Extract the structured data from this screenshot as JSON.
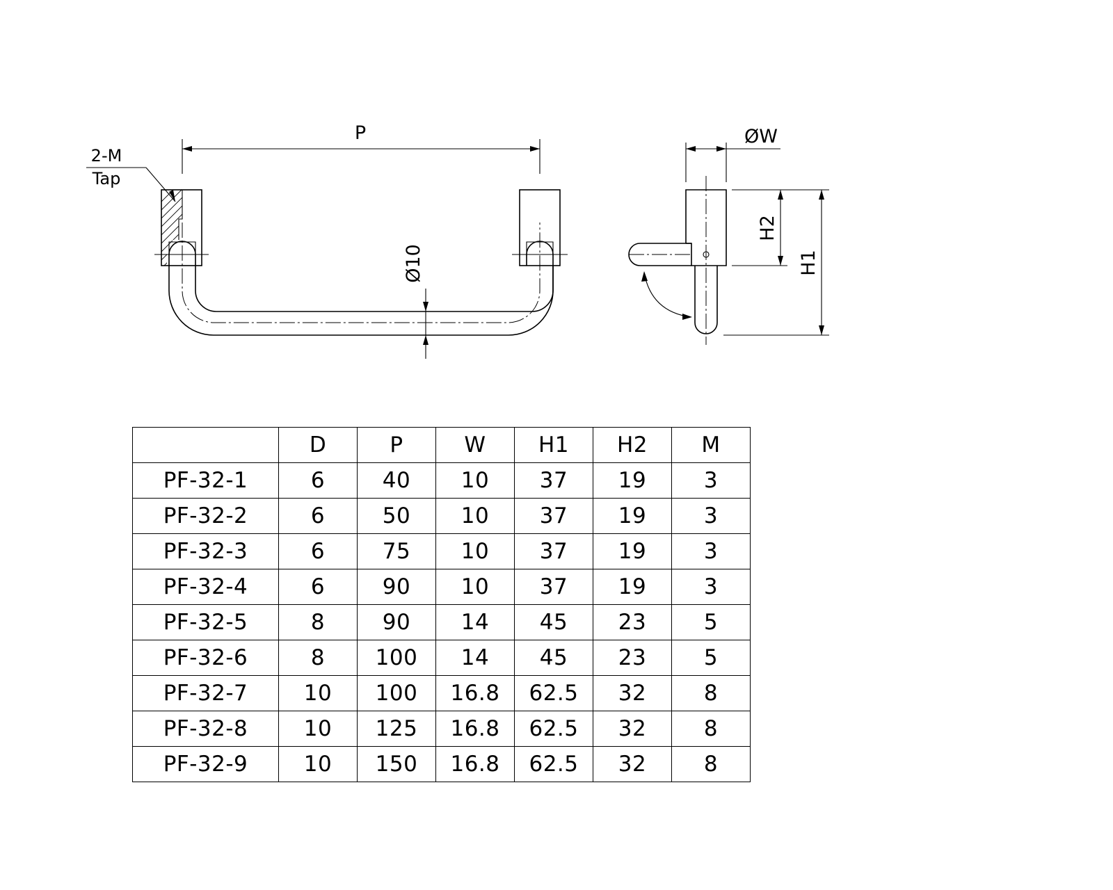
{
  "drawing": {
    "front_view": {
      "pitch_label": "P",
      "tap_label_top": "2-M",
      "tap_label_bottom": "Tap",
      "bar_diameter_label": "Ø10"
    },
    "side_view": {
      "width_label": "ØW",
      "h1_label": "H1",
      "h2_label": "H2"
    }
  },
  "table": {
    "headers": [
      "",
      "D",
      "P",
      "W",
      "H1",
      "H2",
      "M"
    ],
    "rows": [
      [
        "PF-32-1",
        "6",
        "40",
        "10",
        "37",
        "19",
        "3"
      ],
      [
        "PF-32-2",
        "6",
        "50",
        "10",
        "37",
        "19",
        "3"
      ],
      [
        "PF-32-3",
        "6",
        "75",
        "10",
        "37",
        "19",
        "3"
      ],
      [
        "PF-32-4",
        "6",
        "90",
        "10",
        "37",
        "19",
        "3"
      ],
      [
        "PF-32-5",
        "8",
        "90",
        "14",
        "45",
        "23",
        "5"
      ],
      [
        "PF-32-6",
        "8",
        "100",
        "14",
        "45",
        "23",
        "5"
      ],
      [
        "PF-32-7",
        "10",
        "100",
        "16.8",
        "62.5",
        "32",
        "8"
      ],
      [
        "PF-32-8",
        "10",
        "125",
        "16.8",
        "62.5",
        "32",
        "8"
      ],
      [
        "PF-32-9",
        "10",
        "150",
        "16.8",
        "62.5",
        "32",
        "8"
      ]
    ]
  }
}
